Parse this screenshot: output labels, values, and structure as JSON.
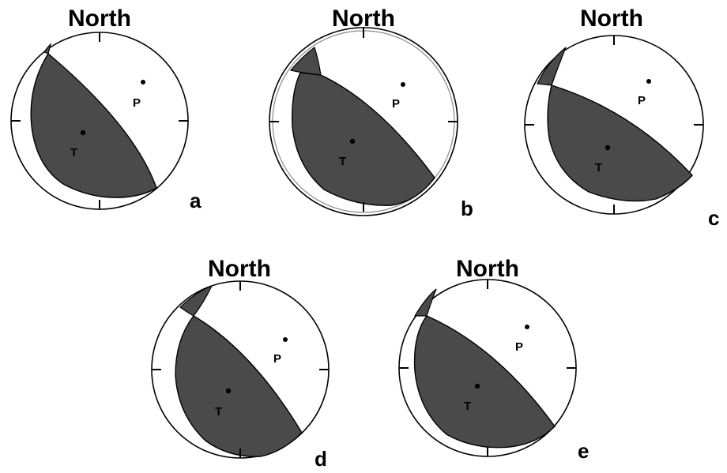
{
  "colors": {
    "compressional_fill": "#4a4a4a",
    "dilatational_fill": "#ffffff",
    "outline": "#000000"
  },
  "panels": [
    {
      "id": "a",
      "title": "North",
      "label": "a",
      "p_axis_label": "P",
      "t_axis_label": "T"
    },
    {
      "id": "b",
      "title": "North",
      "label": "b",
      "p_axis_label": "P",
      "t_axis_label": "T"
    },
    {
      "id": "c",
      "title": "North",
      "label": "c",
      "p_axis_label": "P",
      "t_axis_label": "T"
    },
    {
      "id": "d",
      "title": "North",
      "label": "d",
      "p_axis_label": "P",
      "t_axis_label": "T"
    },
    {
      "id": "e",
      "title": "North",
      "label": "e",
      "p_axis_label": "P",
      "t_axis_label": "T"
    }
  ]
}
